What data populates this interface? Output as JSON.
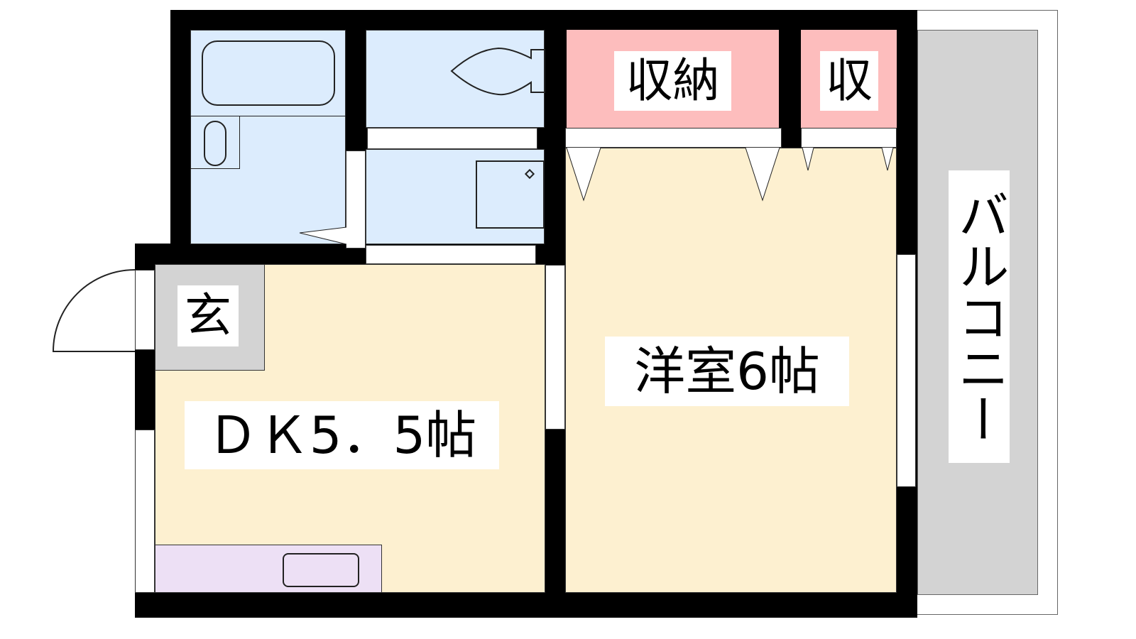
{
  "rooms": {
    "storage_large": "収納",
    "storage_small": "収",
    "western_room": "洋室6帖",
    "dining_kitchen": "ＤＫ5．5帖",
    "entrance": "玄",
    "balcony": "バルコニー"
  },
  "colors": {
    "wet_area": "#dcecfd",
    "storage": "#fdbdbd",
    "room_floor": "#fdf0d0",
    "entrance": "#d3d3d3",
    "kitchen": "#ede0f5",
    "wall": "#000000"
  }
}
